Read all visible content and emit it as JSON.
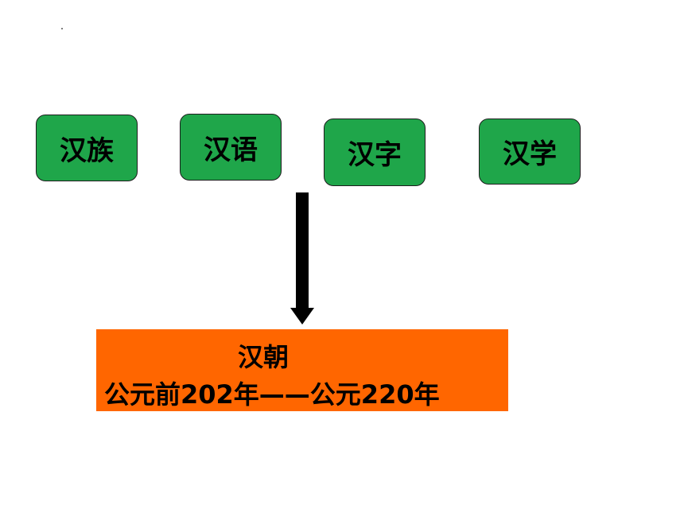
{
  "terms": [
    "汉族",
    "汉语",
    "汉字",
    "汉学"
  ],
  "dynasty": {
    "name": "汉朝",
    "period": "公元前202年——公元220年"
  },
  "colors": {
    "term_box": "#1fa64a",
    "dynasty_box": "#ff6600",
    "arrow": "#000000"
  }
}
